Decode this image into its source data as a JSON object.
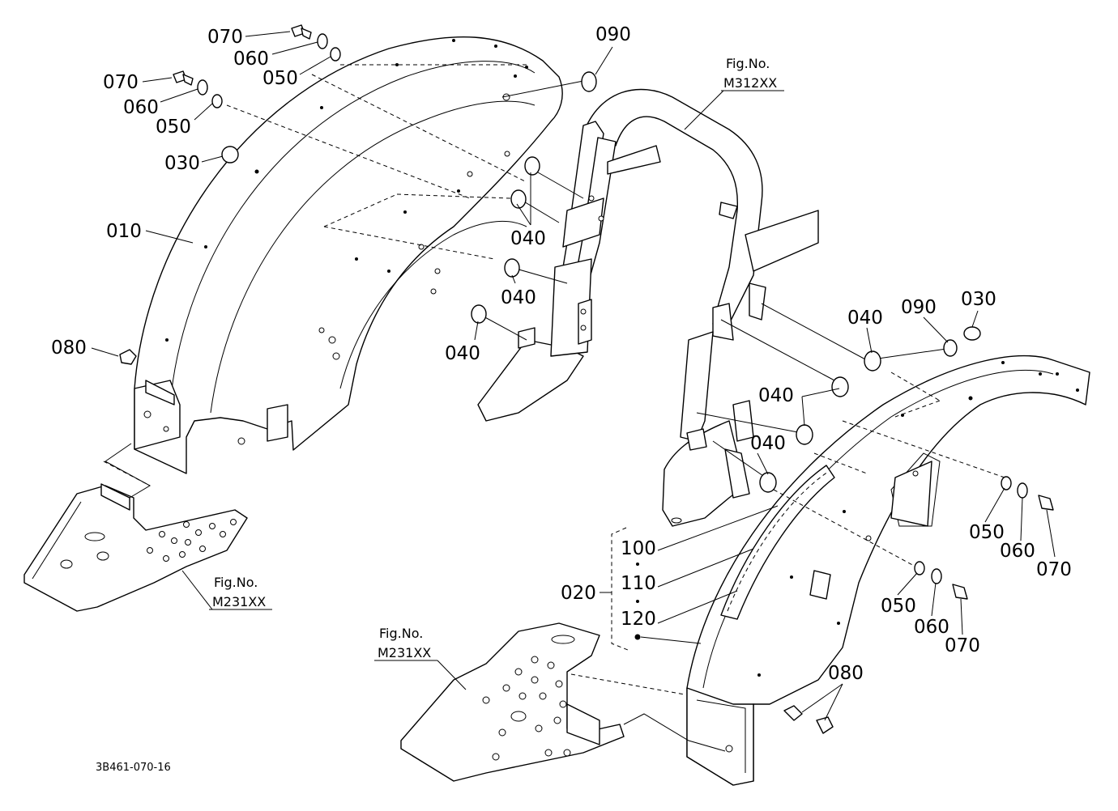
{
  "diagram": {
    "callouts": {
      "c010": "010",
      "c020": "020",
      "c030a": "030",
      "c030b": "030",
      "c040a": "040",
      "c040b": "040",
      "c040c": "040",
      "c040d": "040",
      "c040e": "040",
      "c040f": "040",
      "c050a": "050",
      "c050b": "050",
      "c050c": "050",
      "c050d": "050",
      "c060a": "060",
      "c060b": "060",
      "c060c": "060",
      "c060d": "060",
      "c070a": "070",
      "c070b": "070",
      "c070c": "070",
      "c070d": "070",
      "c080a": "080",
      "c080b": "080",
      "c090a": "090",
      "c090b": "090",
      "c100": "100",
      "c110": "110",
      "c120": "120"
    },
    "refs": {
      "rop_fig": "Fig.No.",
      "rop_num": "M312XX",
      "floor_left_fig": "Fig.No.",
      "floor_left_num": "M231XX",
      "floor_right_fig": "Fig.No.",
      "floor_right_num": "M231XX"
    },
    "drawing_code": "3B461-070-16"
  }
}
